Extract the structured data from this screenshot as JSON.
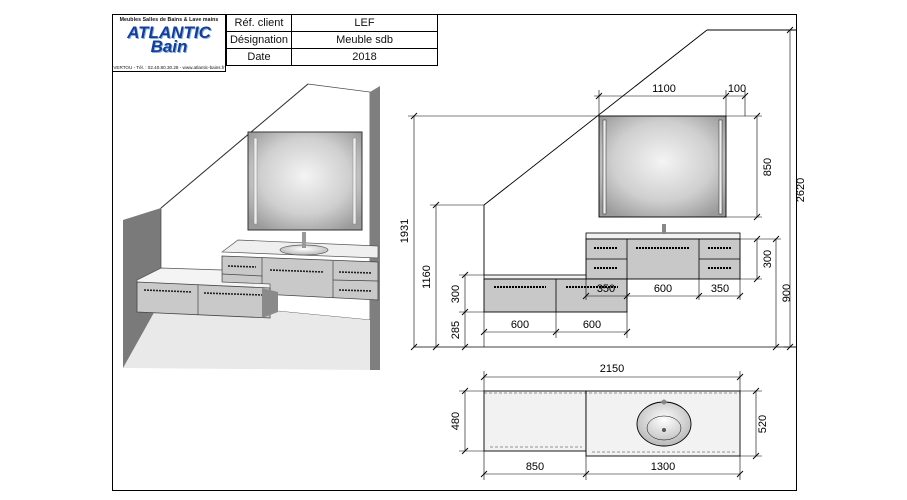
{
  "title_block": {
    "logo": {
      "tagline": "Meubles Salles de Bains & Lave mains",
      "name_line1": "ATLANTIC",
      "name_line2": "Bain",
      "contact": "VERTOU - Tél. : 02.40.80.30.28 - www.atlantic-bains.fr"
    },
    "rows": [
      {
        "label": "Réf. client",
        "value": "LEF"
      },
      {
        "label": "Désignation",
        "value": "Meuble sdb"
      },
      {
        "label": "Date",
        "value": "2018"
      }
    ]
  },
  "elevation_dimensions": {
    "mirror_width": "1100",
    "mirror_offset": "100",
    "mirror_height": "850",
    "total_height": "2620",
    "slope_height": "1931",
    "low_wall_height": "1160",
    "upper_unit_height": "300",
    "upper_unit_floor": "900",
    "lower_unit_height": "300",
    "lower_unit_floor": "285",
    "lower_drawer_1": "600",
    "lower_drawer_2": "600",
    "side_drawer_left": "350",
    "center_drawer": "600",
    "side_drawer_right": "350"
  },
  "plan_dimensions": {
    "total_width": "2150",
    "left_depth": "480",
    "right_depth": "520",
    "left_width": "850",
    "right_width": "1300"
  }
}
